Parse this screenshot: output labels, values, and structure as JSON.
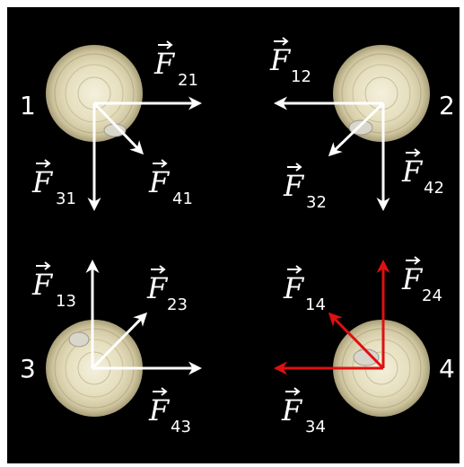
{
  "colors": {
    "background": "#000000",
    "white_arrow": "#ffffff",
    "red_arrow": "#e01010"
  },
  "bodies": [
    {
      "id": "1",
      "label": "1"
    },
    {
      "id": "2",
      "label": "2"
    },
    {
      "id": "3",
      "label": "3"
    },
    {
      "id": "4",
      "label": "4"
    }
  ],
  "forces": {
    "F21": {
      "letter": "F",
      "sub": "21",
      "color": "white"
    },
    "F31": {
      "letter": "F",
      "sub": "31",
      "color": "white"
    },
    "F41": {
      "letter": "F",
      "sub": "41",
      "color": "white"
    },
    "F12": {
      "letter": "F",
      "sub": "12",
      "color": "white"
    },
    "F32": {
      "letter": "F",
      "sub": "32",
      "color": "white"
    },
    "F42": {
      "letter": "F",
      "sub": "42",
      "color": "white"
    },
    "F13": {
      "letter": "F",
      "sub": "13",
      "color": "white"
    },
    "F23": {
      "letter": "F",
      "sub": "23",
      "color": "white"
    },
    "F43": {
      "letter": "F",
      "sub": "43",
      "color": "white"
    },
    "F14": {
      "letter": "F",
      "sub": "14",
      "color": "red"
    },
    "F24": {
      "letter": "F",
      "sub": "24",
      "color": "red"
    },
    "F34": {
      "letter": "F",
      "sub": "34",
      "color": "red"
    }
  }
}
